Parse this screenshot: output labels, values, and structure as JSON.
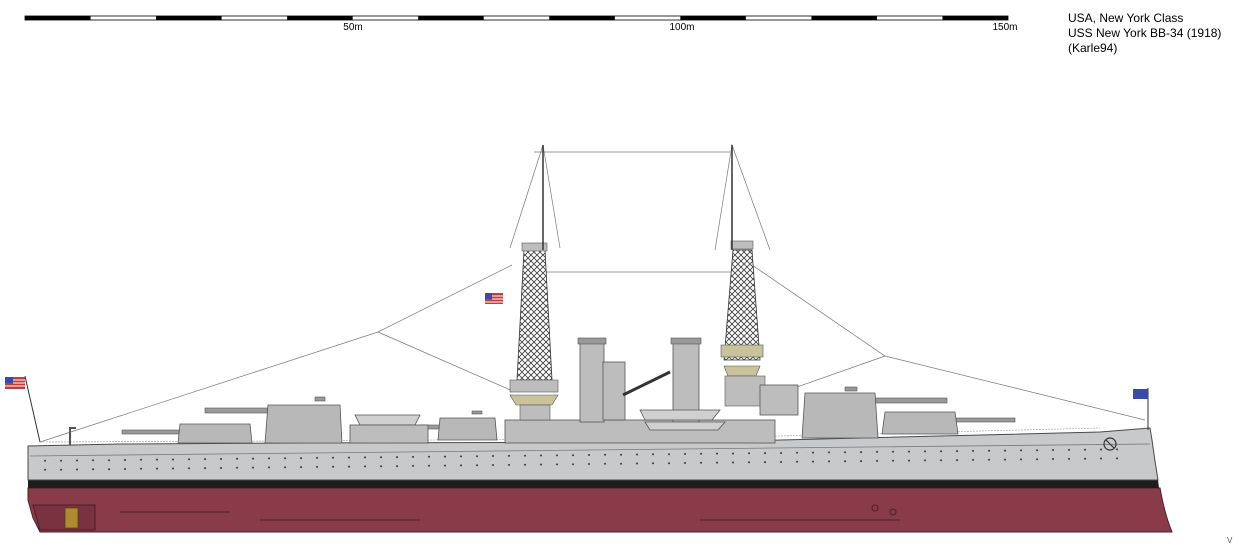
{
  "title_block": {
    "line1": "USA, New York Class",
    "line2": "USS New York BB-34 (1918)",
    "line3": "(Karle94)"
  },
  "scale": {
    "label_50": "50m",
    "label_100": "100m",
    "label_150": "150m",
    "units": "m",
    "max_value": 150,
    "segment_count": 15
  },
  "corner_mark": "V",
  "colors": {
    "hull_upper": "#c8c9cb",
    "hull_lower": "#8a3b4a",
    "boot_topping": "#1e1e1e",
    "superstructure": "#bdbdbd",
    "tan_detail": "#c8c39a",
    "flag_red": "#c53a3a",
    "flag_blue": "#3a4aa8"
  }
}
